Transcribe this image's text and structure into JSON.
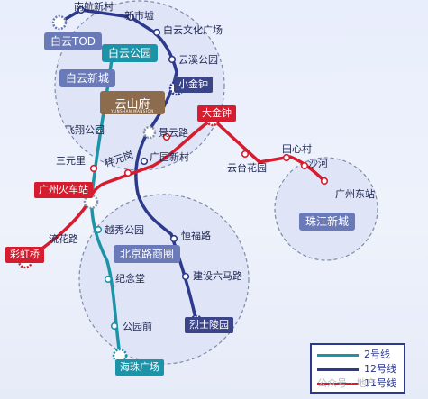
{
  "areas": {
    "baiyun_tod": "白云TOD",
    "baiyun_park": "白云公园",
    "baiyun_xincheng": "白云新城",
    "zhujiang_xincheng": "珠江新城",
    "beijing_road": "北京路商圈"
  },
  "stations": {
    "nanhang": "南航新村",
    "xinshixu": "新市墟",
    "baiyun_culture": "白云文化广场",
    "yunxi": "云溪公园",
    "xiaojinzhong": "小金钟",
    "dajinzhong": "大金钟",
    "feixiang": "飞翔公园",
    "jingtai": "景云路",
    "sanyuanli": "三元里",
    "zilanggang": "梓元岗",
    "guangzhou_xincun": "广园新村",
    "yuntai": "云台花园",
    "tianxincun": "田心村",
    "shahe": "沙河",
    "guangzhou_east": "广州东站",
    "guangzhou_rail": "广州火车站",
    "liuhua": "流花路",
    "caihong": "彩虹桥",
    "yuexiu": "越秀公园",
    "hengfu": "恒福路",
    "jinian": "纪念堂",
    "jianshe": "建设六马路",
    "gongyuanqian": "公园前",
    "lieshi": "烈士陵园",
    "haizhu": "海珠广场"
  },
  "logo": {
    "text": "云山府",
    "sub": "YUNSHAN MANSION"
  },
  "legend": [
    {
      "label": "2号线",
      "color": "#1d93a8"
    },
    {
      "label": "12号线",
      "color": "#2d3a8c"
    },
    {
      "label": "11号线",
      "color": "#d51d2f"
    }
  ],
  "watermark": "公众号 · 地产"
}
